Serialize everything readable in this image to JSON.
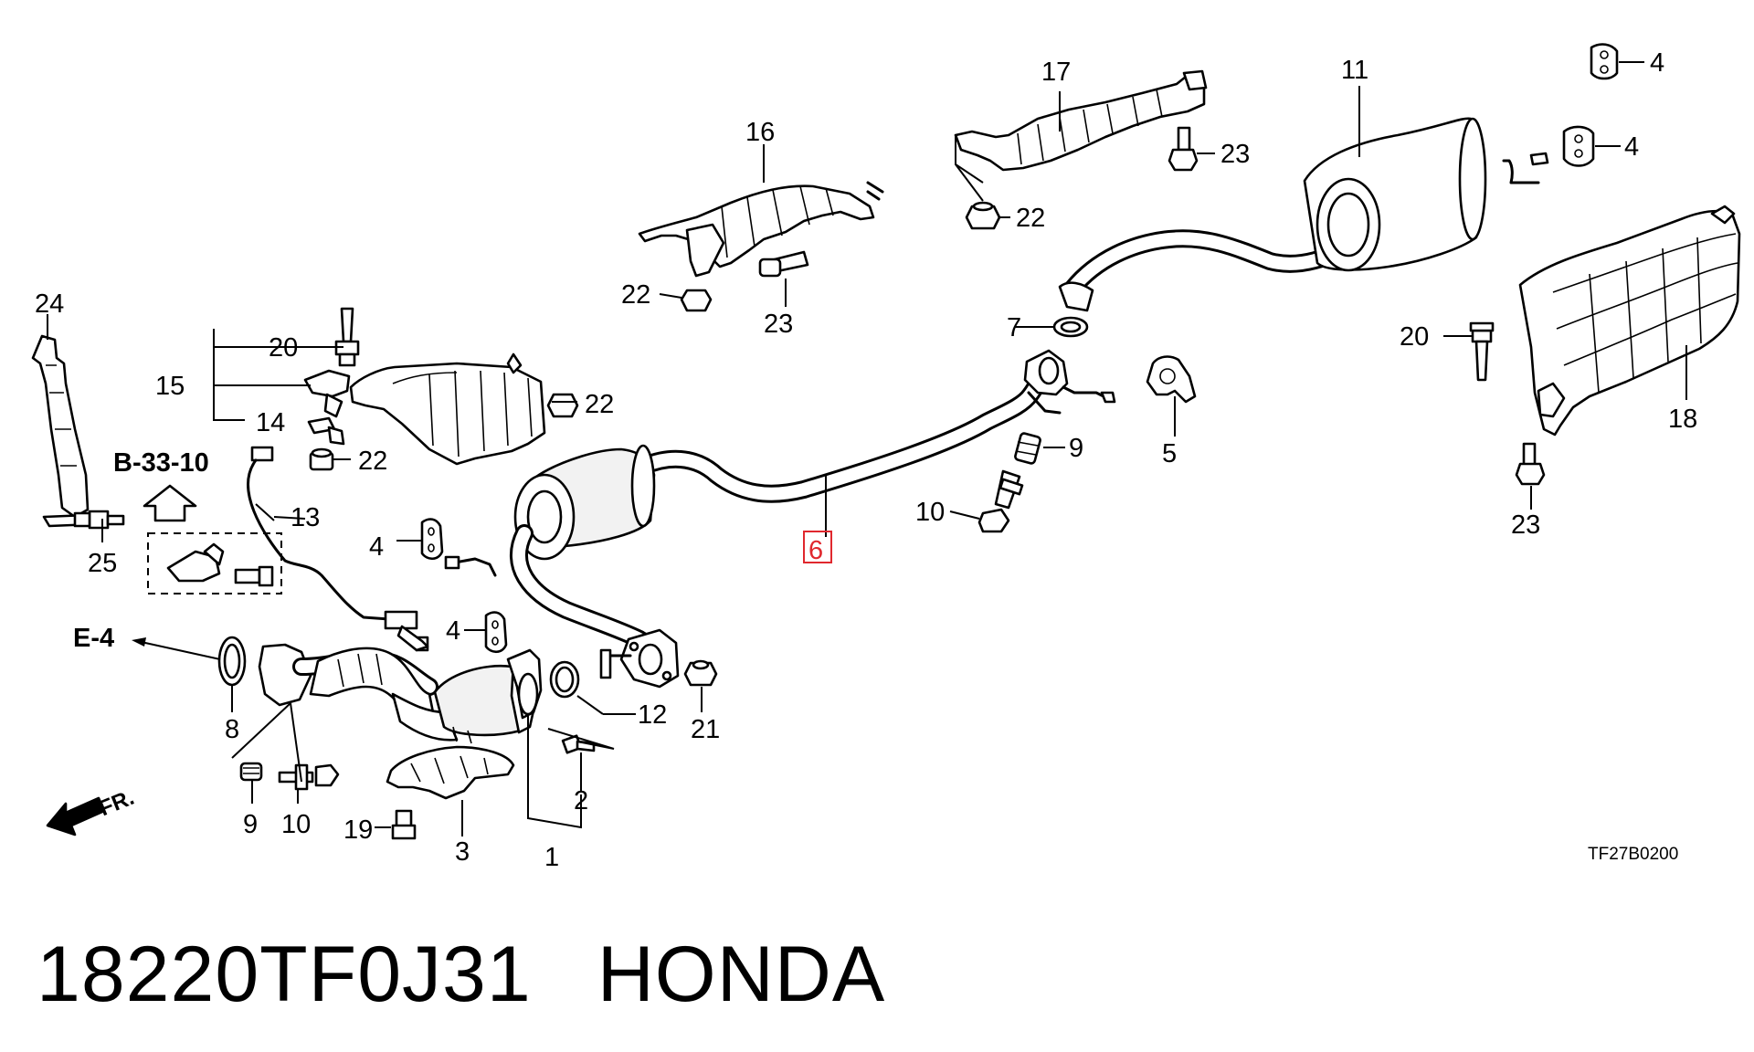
{
  "labels": {
    "l1": "1",
    "l2": "2",
    "l3": "3",
    "l4a": "4",
    "l4b": "4",
    "l4c": "4",
    "l4d": "4",
    "l5": "5",
    "l6": "6",
    "l7": "7",
    "l8": "8",
    "l9a": "9",
    "l9b": "9",
    "l10a": "10",
    "l10b": "10",
    "l11": "11",
    "l12": "12",
    "l13": "13",
    "l14": "14",
    "l15": "15",
    "l16": "16",
    "l17": "17",
    "l18": "18",
    "l19": "19",
    "l20a": "20",
    "l20b": "20",
    "l21": "21",
    "l22a": "22",
    "l22b": "22",
    "l22c": "22",
    "l22d": "22",
    "l23a": "23",
    "l23b": "23",
    "l23c": "23",
    "l24": "24",
    "l25": "25"
  },
  "refs": {
    "b33": "B-33-10",
    "e4": "E-4",
    "fr": "FR."
  },
  "diagram_code": "TF27B0200",
  "footer": {
    "part_number": "18220TF0J31",
    "brand": "HONDA"
  },
  "highlight_color": "#e0282e"
}
